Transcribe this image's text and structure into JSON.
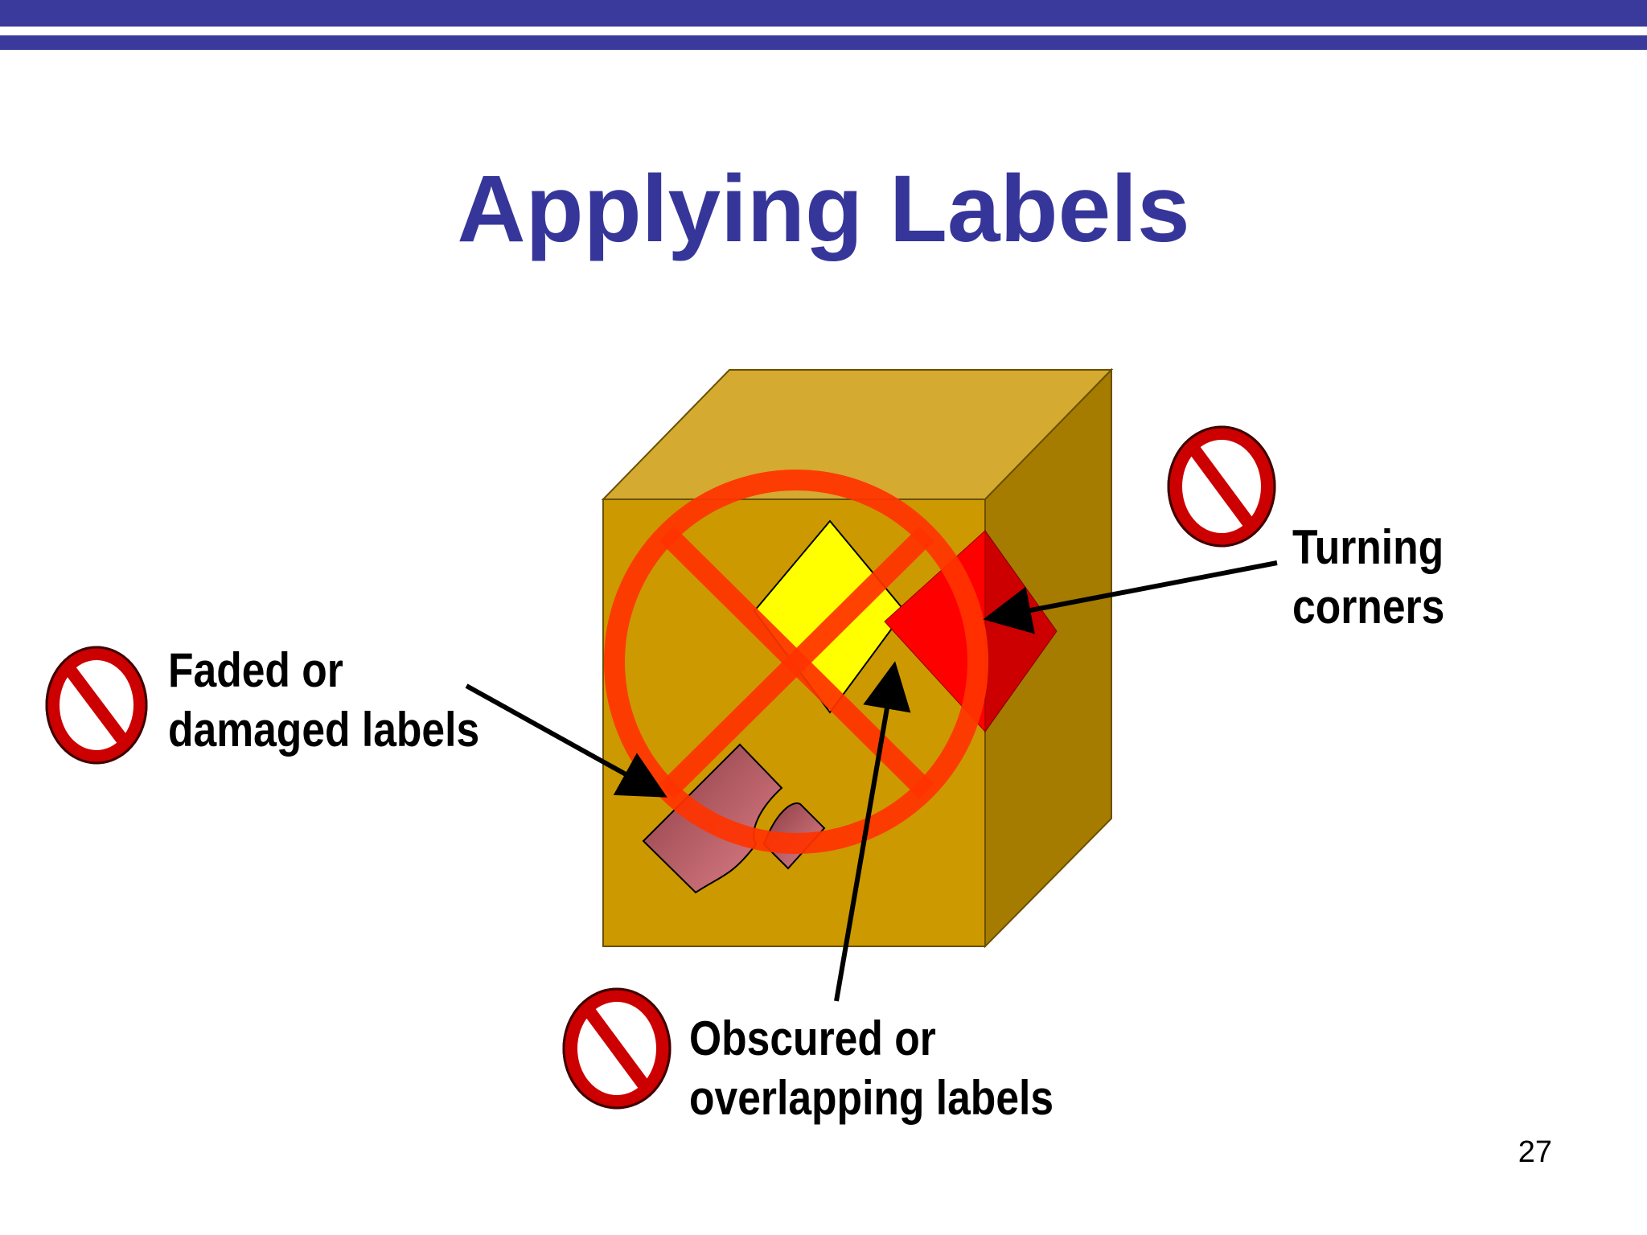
{
  "slide": {
    "title": "Applying Labels",
    "page_number": "27",
    "colors": {
      "header_bar": "#3a3a9c",
      "title": "#36369a",
      "box_front": "#cc9900",
      "box_top": "#d4aa30",
      "box_side": "#a67c00",
      "no_symbol": "#cc0000",
      "cross_out": "#ff3300",
      "label_yellow": "#ffff00",
      "label_red": "#ff0000",
      "label_faded": "#b05c60"
    }
  },
  "callouts": {
    "faded": {
      "line1": "Faded or",
      "line2": "damaged labels",
      "icon": "no-symbol-icon"
    },
    "turning": {
      "line1": "Turning",
      "line2": "corners",
      "icon": "no-symbol-icon"
    },
    "obscured": {
      "line1": "Obscured or",
      "line2": "overlapping labels",
      "icon": "no-symbol-icon"
    }
  }
}
